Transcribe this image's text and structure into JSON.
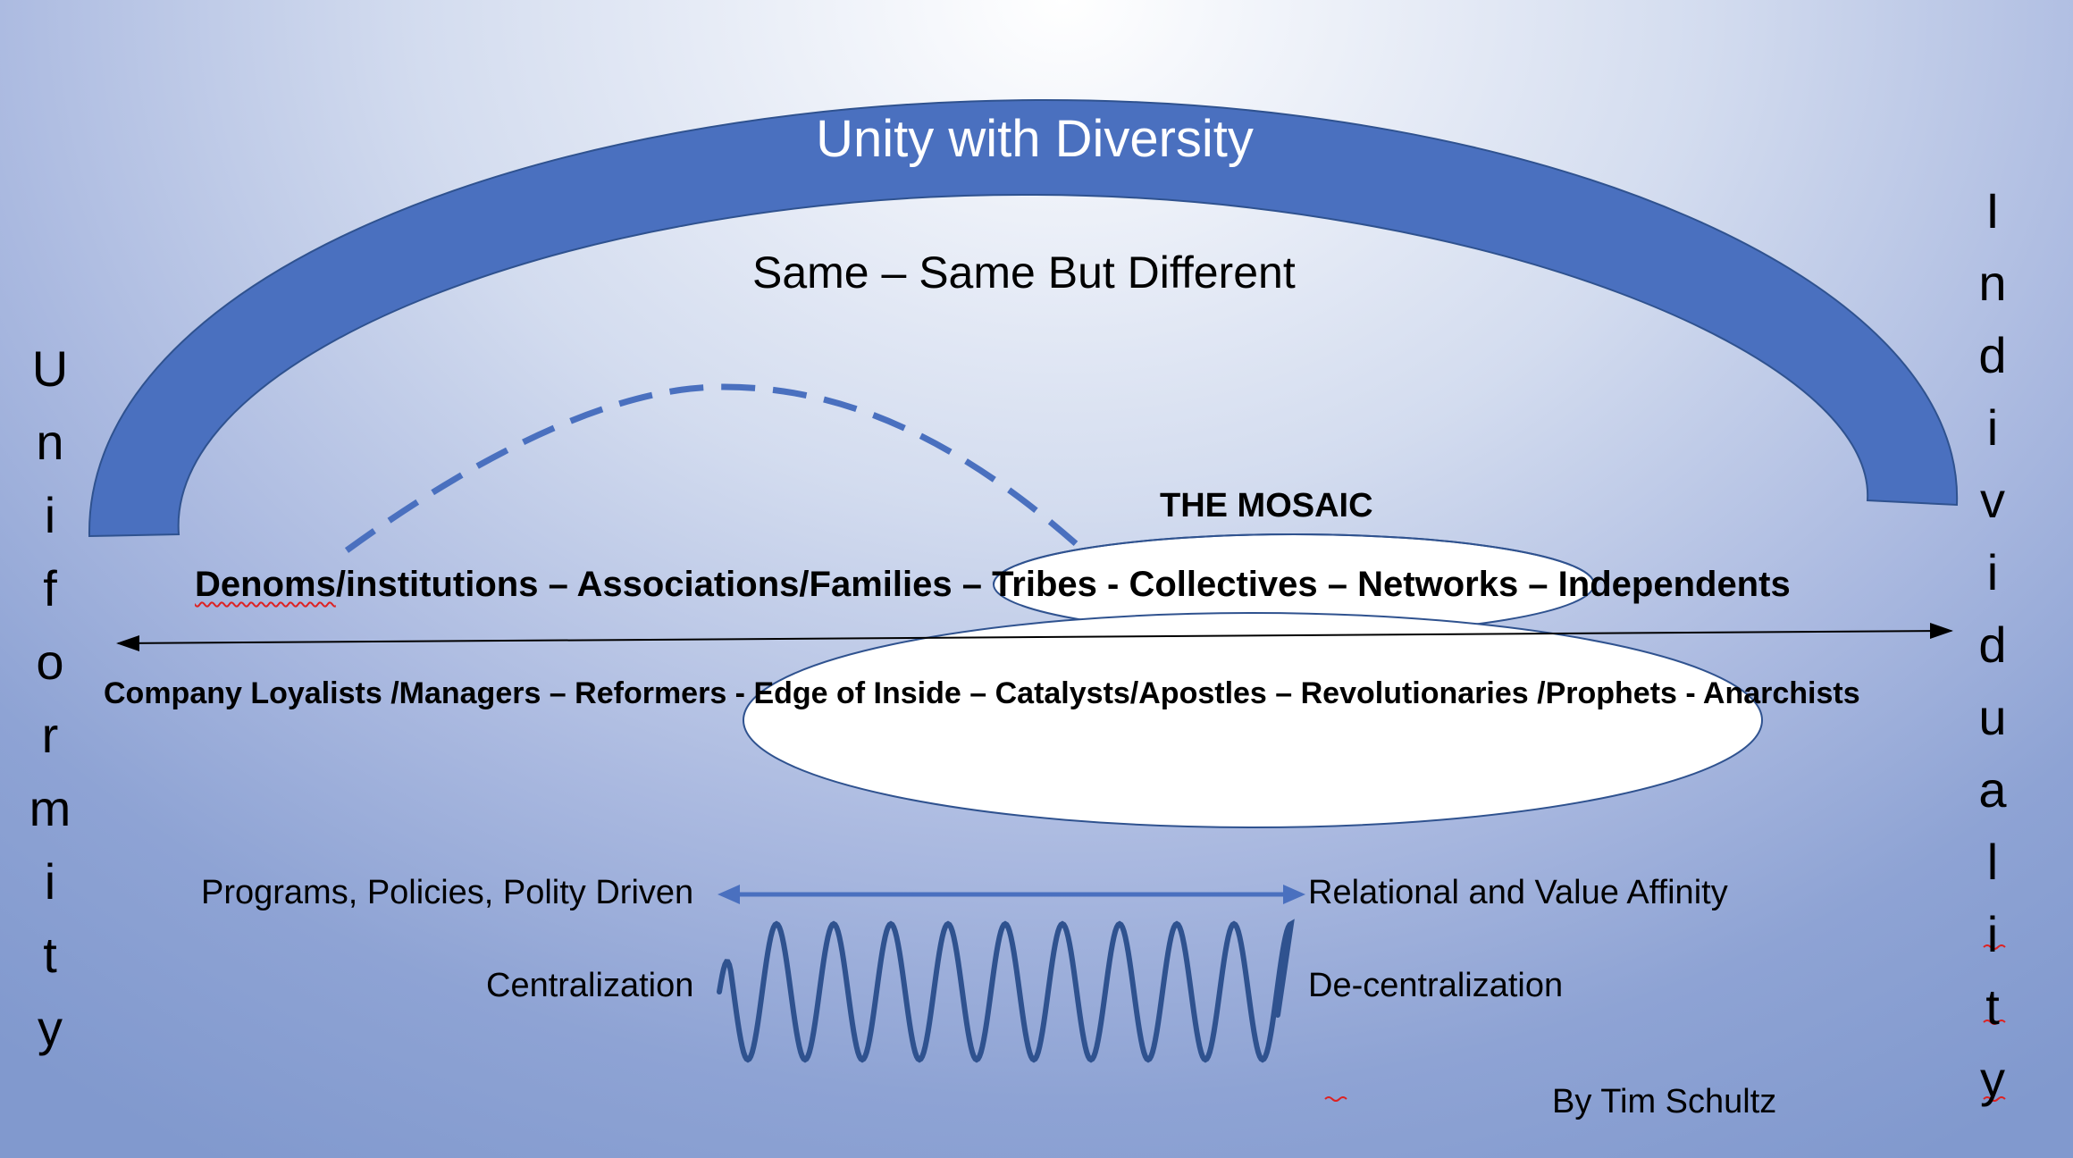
{
  "title": "Unity with Diversity",
  "subtitle": "Same – Same But Different",
  "mosaic_label": "THE MOSAIC",
  "row1": {
    "denoms": "Denoms",
    "rest": "/institutions – Associations/Families – Tribes - Collectives – Networks – Independents"
  },
  "row2": "Company Loyalists /Managers – Reformers - Edge of Inside  – Catalysts/Apostles – Revolutionaries /Prophets - Anarchists",
  "left_vertical": [
    "U",
    "n",
    "i",
    "f",
    "o",
    "r",
    "m",
    "i",
    "t",
    "y"
  ],
  "right_vertical": [
    "I",
    "n",
    "d",
    "i",
    "v",
    "i",
    "d",
    "u",
    "a",
    "l",
    "i",
    "t",
    "y"
  ],
  "left_arrow_label": "Programs, Policies, Polity Driven",
  "right_arrow_label": "Relational and Value Affinity",
  "left_wave_label": "Centralization",
  "right_wave_label": "De-centralization",
  "author": "By Tim Schultz",
  "colors": {
    "arch": "#4a70bf",
    "arch_edge": "#2f528f",
    "dash": "#4a70bf",
    "wave": "#2f528f",
    "arrow": "#4a70bf"
  }
}
